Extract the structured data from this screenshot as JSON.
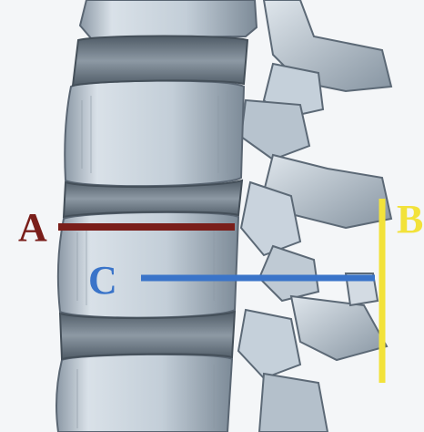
{
  "labels": {
    "a": "A",
    "b": "B",
    "c": "C"
  },
  "colors": {
    "line_a": "#7a1e1a",
    "line_b": "#f2e23a",
    "line_c": "#3a74c9",
    "bone": "#c9d3dd",
    "bone_shadow": "#7f8d9a",
    "disc": "#5e6b77",
    "background": "#f4f6f8"
  }
}
